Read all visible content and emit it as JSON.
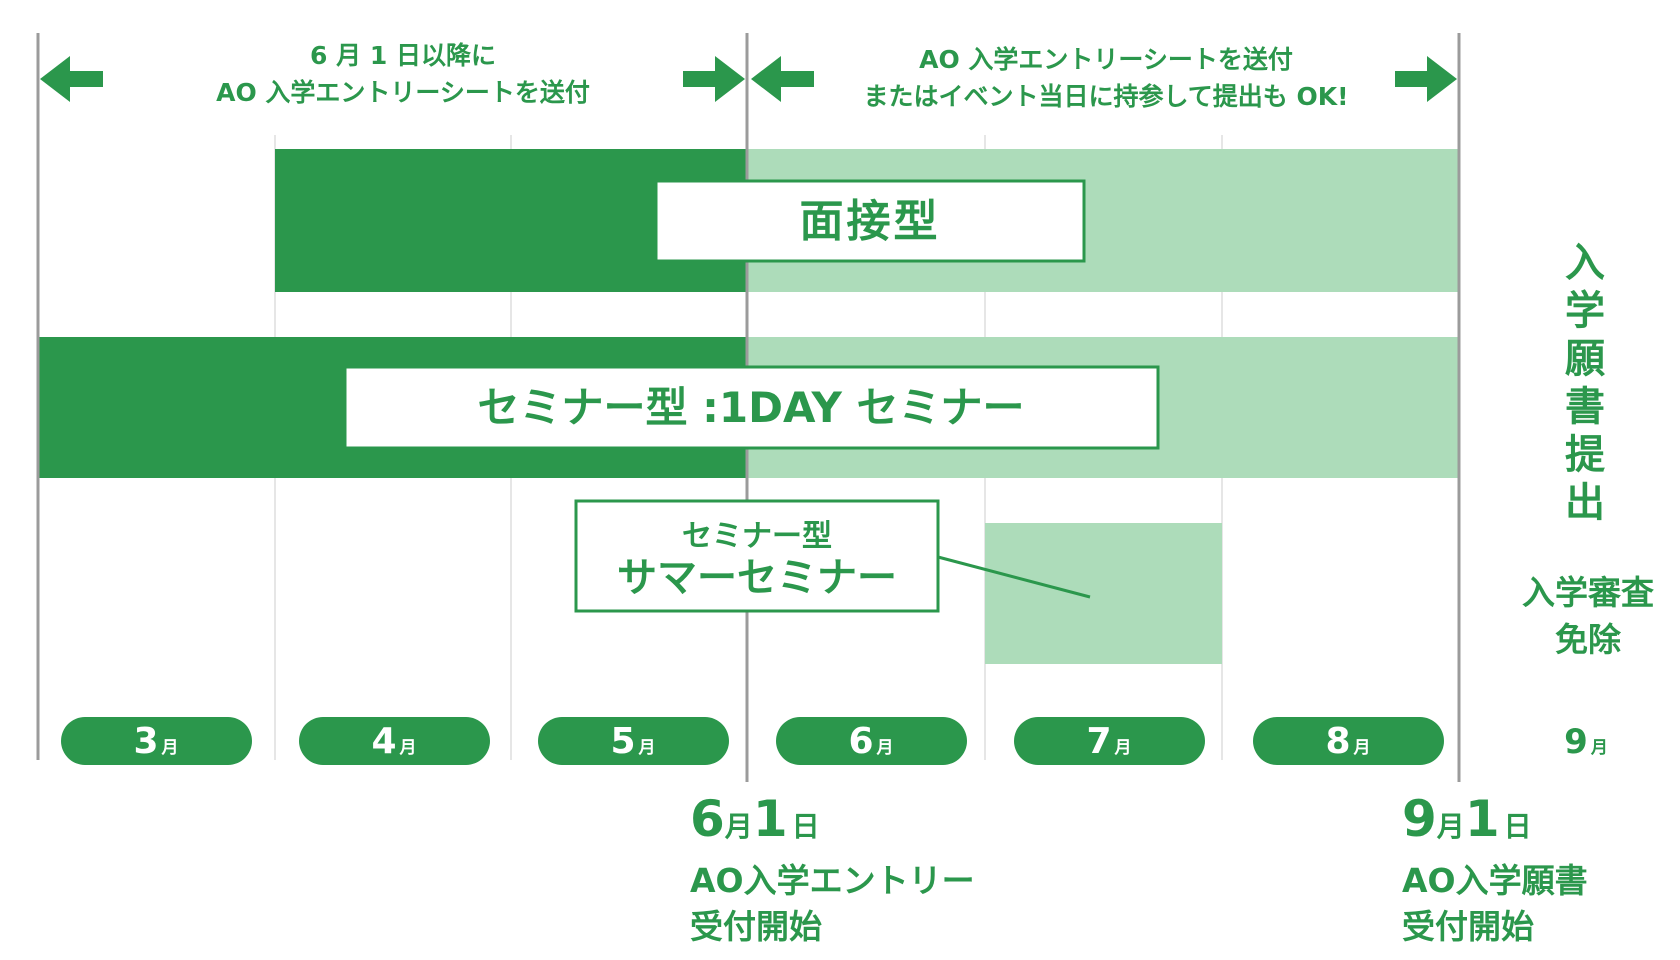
{
  "colors": {
    "dark_green": "#2b974c",
    "light_green": "#addcba",
    "grid_gray": "#dddddd",
    "axis_gray": "#9b9b9b",
    "white": "#ffffff"
  },
  "annotations": {
    "left_note": [
      "6 月 1 日以降に",
      "AO 入学エントリーシートを送付"
    ],
    "right_note": [
      "AO 入学エントリーシートを送付",
      "またはイベント当日に持参して提出も OK!"
    ]
  },
  "bars": {
    "interview": {
      "label": "面接型"
    },
    "seminar_1day": {
      "label": "セミナー型 :1DAY セミナー"
    },
    "summer": {
      "label_line1": "セミナー型",
      "label_line2": "サマーセミナー"
    }
  },
  "months": [
    {
      "num": "3",
      "unit": "月"
    },
    {
      "num": "4",
      "unit": "月"
    },
    {
      "num": "5",
      "unit": "月"
    },
    {
      "num": "6",
      "unit": "月"
    },
    {
      "num": "7",
      "unit": "月"
    },
    {
      "num": "8",
      "unit": "月"
    },
    {
      "num": "9",
      "unit": "月"
    }
  ],
  "milestones": {
    "june": {
      "m": "6",
      "mu": "月",
      "d": "1",
      "du": "日",
      "line1": "AO入学エントリー",
      "line2": "受付開始"
    },
    "sept": {
      "m": "9",
      "mu": "月",
      "d": "1",
      "du": "日",
      "line1": "AO入学願書",
      "line2": "受付開始"
    }
  },
  "side": {
    "vertical": [
      "入",
      "学",
      "願",
      "書",
      "提",
      "出"
    ],
    "exempt_line1": "入学審査",
    "exempt_line2": "免除"
  }
}
